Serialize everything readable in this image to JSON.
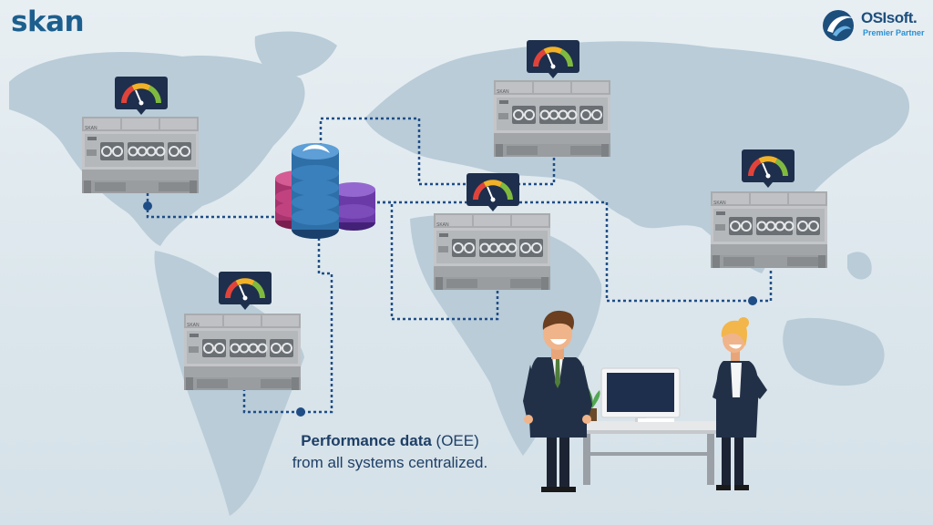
{
  "brand": {
    "skan_logo": "skan",
    "osisoft_logo": "OSIsoft.",
    "partner_label": "Premier Partner"
  },
  "machine_label": "SKAN",
  "caption": {
    "line1_bold": "Performance data",
    "line1_rest": " (OEE)",
    "line2": "from all systems centralized."
  },
  "colors": {
    "background": "#e3ecf1",
    "map_land": "#b9ccd8",
    "connector": "#1f4d86",
    "brand_blue": "#1c5f8e",
    "database_blue": "#2e6fa8",
    "database_magenta": "#a7346c",
    "database_purple": "#6a3aa6"
  }
}
